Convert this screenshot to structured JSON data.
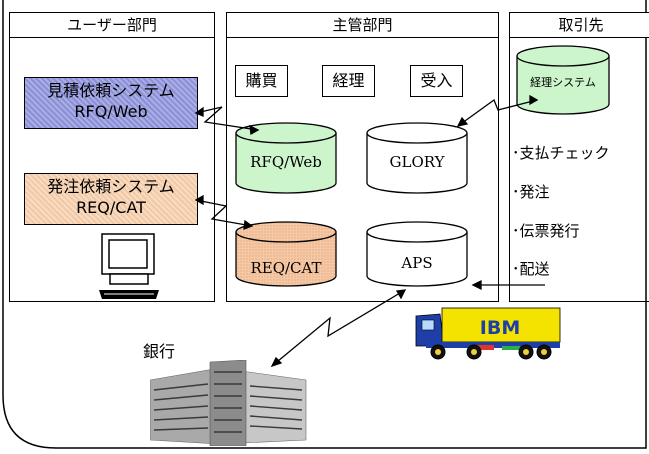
{
  "headers": {
    "user_dept": "ユーザー部門",
    "main_dept": "主管部門",
    "partner": "取引先"
  },
  "systems": {
    "rfq": {
      "line1": "見積依頼システム",
      "line2": "RFQ/Web"
    },
    "req": {
      "line1": "発注依頼システム",
      "line2": "REQ/CAT"
    }
  },
  "main_tags": [
    "購買",
    "経理",
    "受入"
  ],
  "databases": {
    "rfq_web": "RFQ/Web",
    "glory": "GLORY",
    "req_cat": "REQ/CAT",
    "aps": "APS",
    "partner_accounting": "経理システム"
  },
  "partner_tasks": [
    "･支払チェック",
    "･発注",
    "･伝票発行",
    "･配送"
  ],
  "bank_label": "銀行",
  "truck_logo": "IBM",
  "colors": {
    "rfq_fill": "#8a8fd8",
    "req_fill": "#f3c9a4",
    "db_green": "#ccf5cc",
    "db_orange": "#f6c9a6",
    "truck_blue": "#1f3fa8",
    "truck_yellow": "#f4e200"
  }
}
